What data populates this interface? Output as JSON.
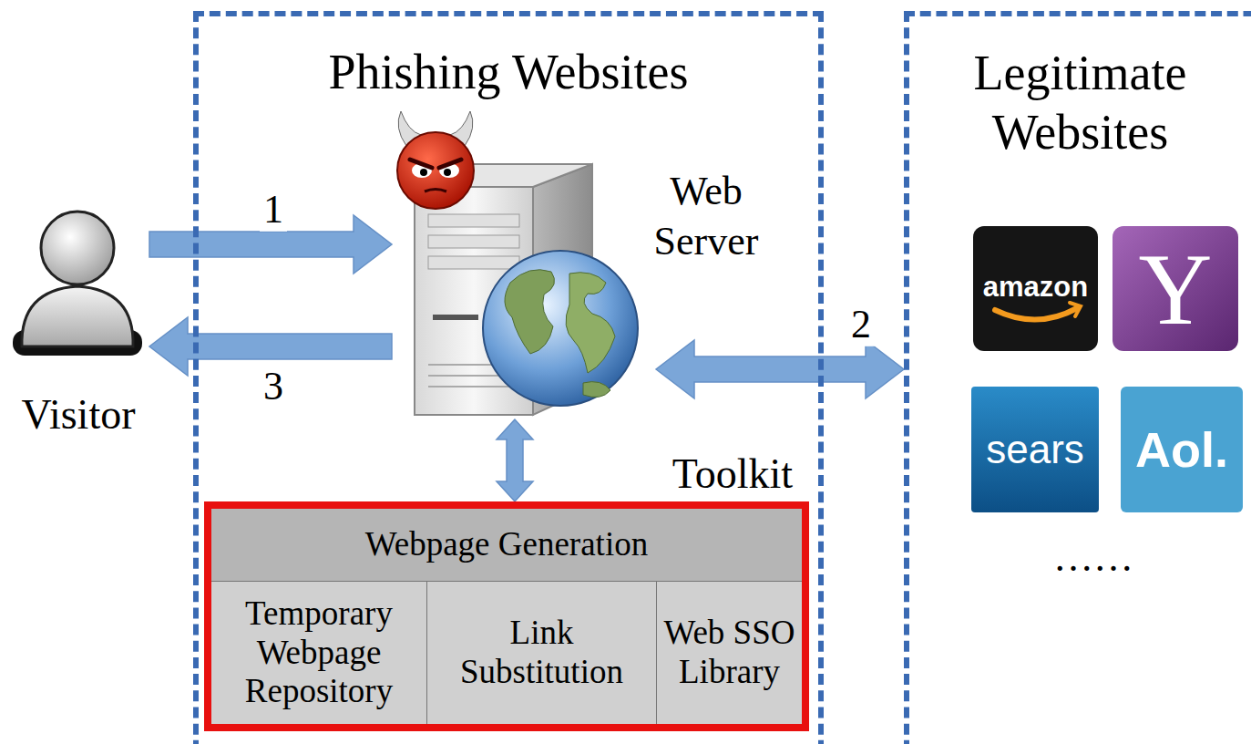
{
  "diagram": {
    "nodes": [
      {
        "text": [
          "Visitor"
        ]
      },
      {
        "text": [
          "Phishing Websites"
        ]
      },
      {
        "text": [
          "Web Server"
        ],
        "in": 1
      },
      {
        "text": [
          "Toolkit"
        ],
        "in": 1
      },
      {
        "text": [
          "Webpage Generation"
        ],
        "in": 3
      },
      {
        "text": [
          "Temporary Webpage Repository"
        ],
        "in": 3
      },
      {
        "text": [
          "Link Substitution"
        ],
        "in": 3
      },
      {
        "text": [
          "Web SSO Library"
        ],
        "in": 3
      },
      {
        "text": [
          "Legitimate Websites"
        ]
      },
      {
        "text": [
          "amazon"
        ],
        "in": 8
      },
      {
        "text": [
          "Y"
        ],
        "in": 8
      },
      {
        "text": [
          "sears"
        ],
        "in": 8
      },
      {
        "text": [
          "Aol."
        ],
        "in": 8
      }
    ],
    "edges": [
      {
        "from": 0,
        "to": 2,
        "label": "1",
        "arrow": "to"
      },
      {
        "from": 2,
        "to": 0,
        "label": "3",
        "arrow": "to"
      },
      {
        "from": 2,
        "to": 8,
        "label": "2",
        "arrow": "both"
      },
      {
        "from": 2,
        "to": 3,
        "arrow": "both"
      }
    ],
    "labels": [
      "……"
    ]
  }
}
